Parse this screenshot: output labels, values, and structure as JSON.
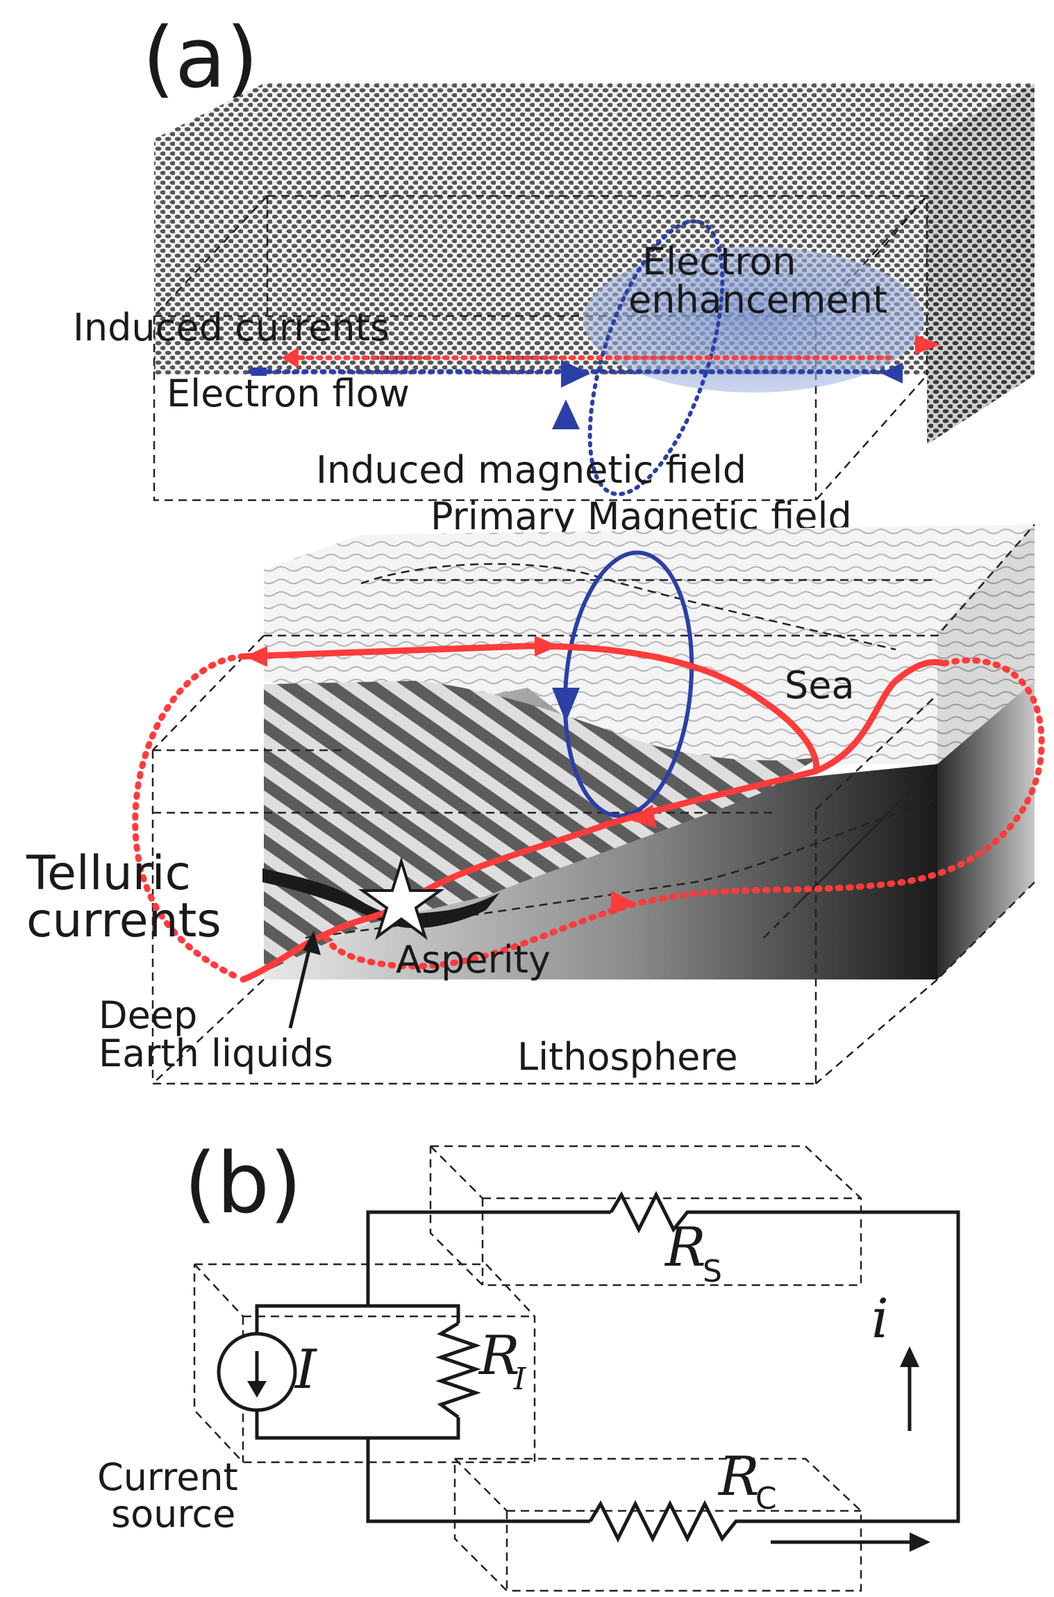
{
  "panels": {
    "a": {
      "label": "(a)",
      "ionosphere": {
        "electron_enhancement": [
          "Electron",
          "enhancement"
        ],
        "induced_currents": "Induced currents",
        "electron_flow": "Electron flow",
        "induced_magnetic_field": "Induced magnetic field"
      },
      "primary_magnetic_field": "Primary Magnetic field",
      "sea": "Sea",
      "telluric_currents": [
        "Telluric",
        "currents"
      ],
      "asperity": "Asperity",
      "deep_earth_liquids": [
        "Deep",
        "Earth liquids"
      ],
      "lithosphere": "Lithosphere"
    },
    "b": {
      "label": "(b)",
      "resistor_sea": {
        "symbol": "R",
        "subscript": "S"
      },
      "resistor_internal": {
        "symbol": "R",
        "subscript": "I"
      },
      "resistor_crust": {
        "symbol": "R",
        "subscript": "C"
      },
      "source_symbol": "I",
      "loop_current": "i",
      "current_source": [
        "Current",
        "source"
      ]
    }
  },
  "colors": {
    "current_red": "#ff3b3b",
    "field_blue": "#2a3fa8",
    "enhancement_blue": "#8fa6d8",
    "dash": "#222222"
  }
}
